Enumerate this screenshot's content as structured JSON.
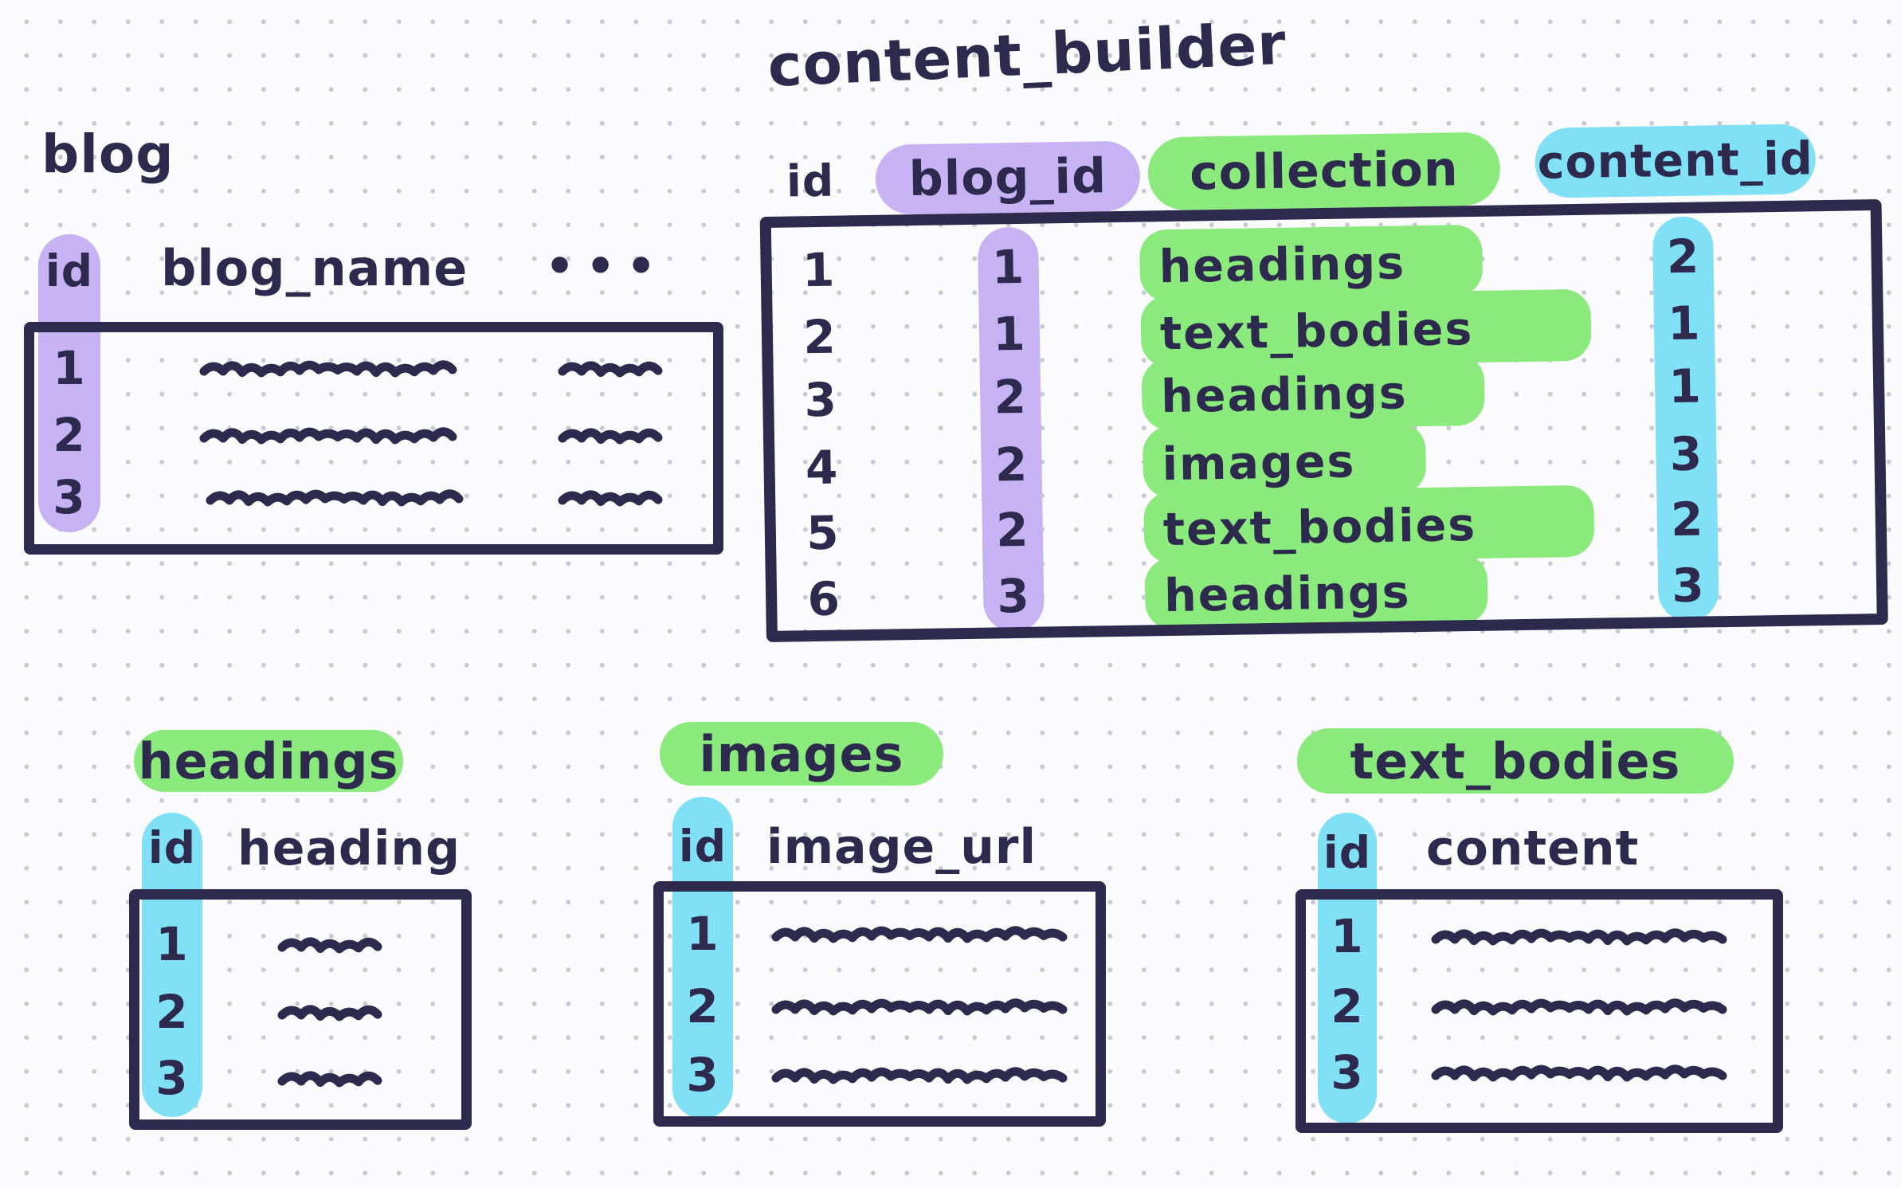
{
  "palette": {
    "ink": "#2d2a4e",
    "purple": "#c7b3f4",
    "green": "#8bea7c",
    "cyan": "#80e0f5",
    "paper": "#fbfbfd",
    "dot": "#c9c9d4"
  },
  "tables": {
    "blog": {
      "title": "blog",
      "columns": [
        "id",
        "blog_name",
        "•••"
      ],
      "row_ids": [
        "1",
        "2",
        "3"
      ]
    },
    "content_builder": {
      "title": "content_builder",
      "columns": [
        "id",
        "blog_id",
        "collection",
        "content_id"
      ],
      "rows": [
        {
          "id": "1",
          "blog_id": "1",
          "collection": "headings",
          "content_id": "2"
        },
        {
          "id": "2",
          "blog_id": "1",
          "collection": "text_bodies",
          "content_id": "1"
        },
        {
          "id": "3",
          "blog_id": "2",
          "collection": "headings",
          "content_id": "1"
        },
        {
          "id": "4",
          "blog_id": "2",
          "collection": "images",
          "content_id": "3"
        },
        {
          "id": "5",
          "blog_id": "2",
          "collection": "text_bodies",
          "content_id": "2"
        },
        {
          "id": "6",
          "blog_id": "3",
          "collection": "headings",
          "content_id": "3"
        }
      ]
    },
    "headings": {
      "title": "headings",
      "columns": [
        "id",
        "heading"
      ],
      "row_ids": [
        "1",
        "2",
        "3"
      ]
    },
    "images": {
      "title": "images",
      "columns": [
        "id",
        "image_url"
      ],
      "row_ids": [
        "1",
        "2",
        "3"
      ]
    },
    "text_bodies": {
      "title": "text_bodies",
      "columns": [
        "id",
        "content"
      ],
      "row_ids": [
        "1",
        "2",
        "3"
      ]
    }
  }
}
